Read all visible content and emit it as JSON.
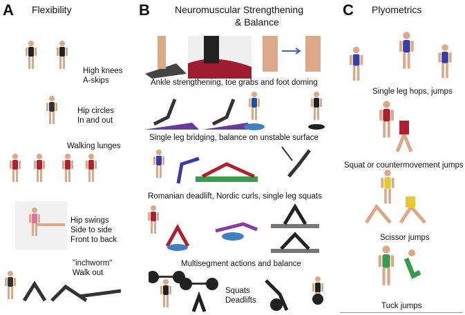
{
  "panels": [
    {
      "letter": "A",
      "title": "Flexibility",
      "labels": [
        "High knees",
        "A-skips",
        "Hip circles",
        "In and out",
        "Walking lunges",
        "Hip swings",
        "Side to side",
        "Front to back",
        "\"inchworm\"",
        "Walk out"
      ]
    },
    {
      "letter": "B",
      "title_line1": "Neuromuscular  Strengthening",
      "title_line2": "& Balance",
      "labels": [
        "Ankle strengthening,  toe grabs and foot doming",
        "Single leg bridging, balance on unstable surface",
        "Romanian deadlift, Nordic curls, single leg squats",
        "Multisegment actions and balance",
        "Squats",
        "Deadlifts"
      ]
    },
    {
      "letter": "C",
      "title": "Plyometrics",
      "labels": [
        "Single leg hops, jumps",
        "Squat or countermovement jumps",
        "Scissor jumps",
        "Tuck jumps"
      ]
    }
  ],
  "colors": {
    "skin": "#d9a98a",
    "dark": "#222222",
    "blue": "#3a3aa8",
    "red": "#b02030",
    "green": "#3a9a50",
    "yellow": "#e8c830",
    "purple": "#8a3aa0"
  }
}
